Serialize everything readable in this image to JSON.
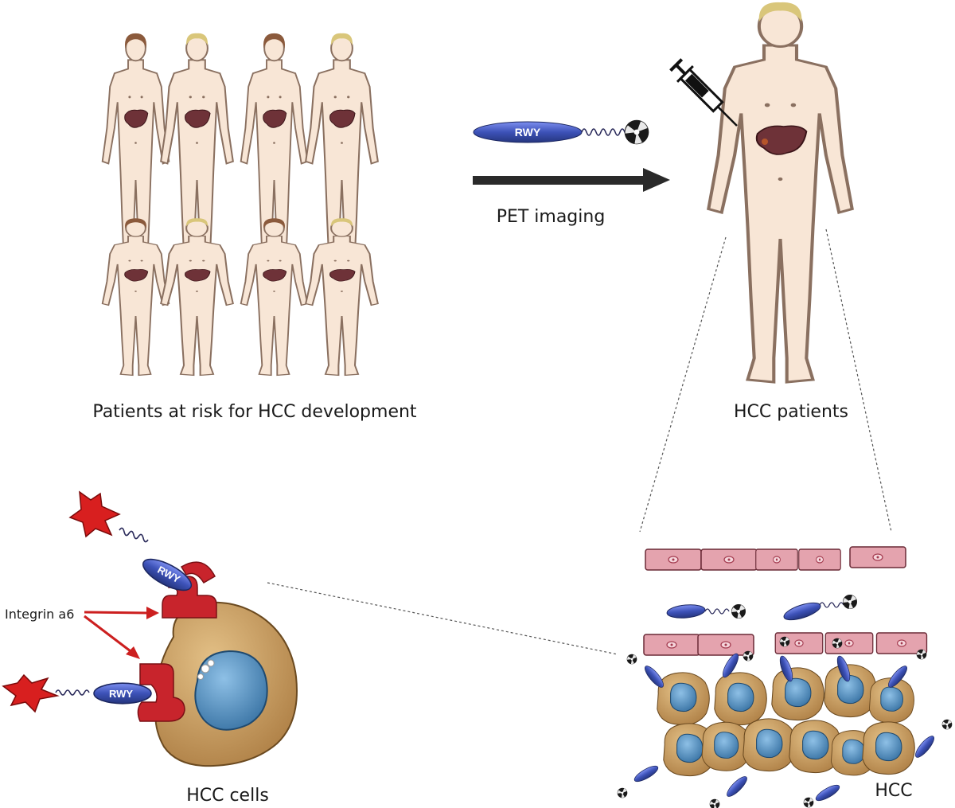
{
  "labels": {
    "at_risk": "Patients at risk for HCC development",
    "pet": "PET imaging",
    "hcc_patients": "HCC patients",
    "integrin": "Integrin a6",
    "hcc_cells": "HCC cells",
    "hcc": "HCC",
    "rwy": "RWY"
  },
  "colors": {
    "skin": "#f8e6d6",
    "skin_line": "#8a7060",
    "liver": "#6e3238",
    "hair_dark": "#8b5a3c",
    "hair_light": "#d9c67a",
    "probe": "#3d52b8",
    "probe_light": "#6b7fe0",
    "receptor": "#c8242c",
    "cell": "#c9a064",
    "nucleus": "#4a86b8",
    "endothelium": "#e4a3ae",
    "star": "#d81f1f",
    "arrow": "#2a2a2a",
    "red_arrow": "#cc1f1f"
  },
  "icons": [
    "syringe-icon",
    "radioactive-icon",
    "warhead-star-icon"
  ]
}
